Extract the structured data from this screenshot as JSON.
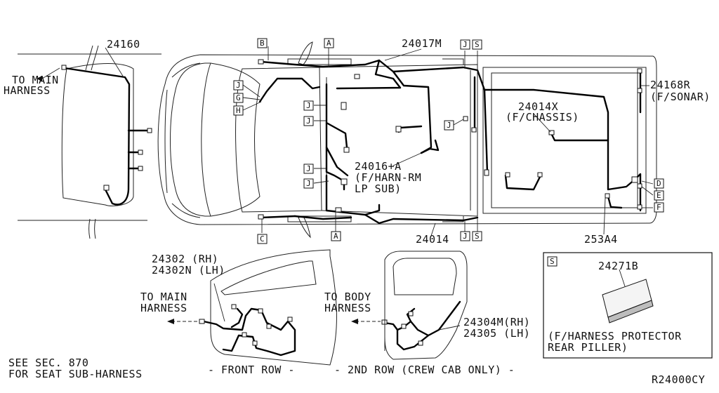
{
  "parts": {
    "p24160": "24160",
    "p24017M": "24017M",
    "p24168R": "24168R",
    "p24168R_desc": "(F/SONAR)",
    "p24014X": "24014X",
    "p24014X_desc": "(F/CHASSIS)",
    "p24016A": "24016+A",
    "p24016A_desc1": "(F/HARN-RM",
    "p24016A_desc2": "LP SUB)",
    "p24014": "24014",
    "p253A4": "253A4",
    "p24302": "24302  (RH)",
    "p24302N": "24302N (LH)",
    "p24304M": "24304M(RH)",
    "p24305": "24305  (LH)",
    "p24271B": "24271B",
    "p24271B_desc1": "(F/HARNESS PROTECTOR",
    "p24271B_desc2": "REAR PILLER)"
  },
  "notes": {
    "to_main_1": "TO MAIN",
    "harness_1": "HARNESS",
    "to_main_2": "TO MAIN",
    "harness_2": "HARNESS",
    "to_body": "TO BODY",
    "harness_3": "HARNESS",
    "see_sec_1": "SEE SEC. 870",
    "see_sec_2": "FOR SEAT SUB-HARNESS",
    "front_row": "- FRONT ROW -",
    "second_row": "- 2ND ROW (CREW CAB ONLY) -",
    "diagram_code": "R24000CY"
  },
  "tags": {
    "A": "A",
    "B": "B",
    "C": "C",
    "D": "D",
    "E": "E",
    "F": "F",
    "G": "G",
    "H": "H",
    "J": "J",
    "S": "S"
  }
}
